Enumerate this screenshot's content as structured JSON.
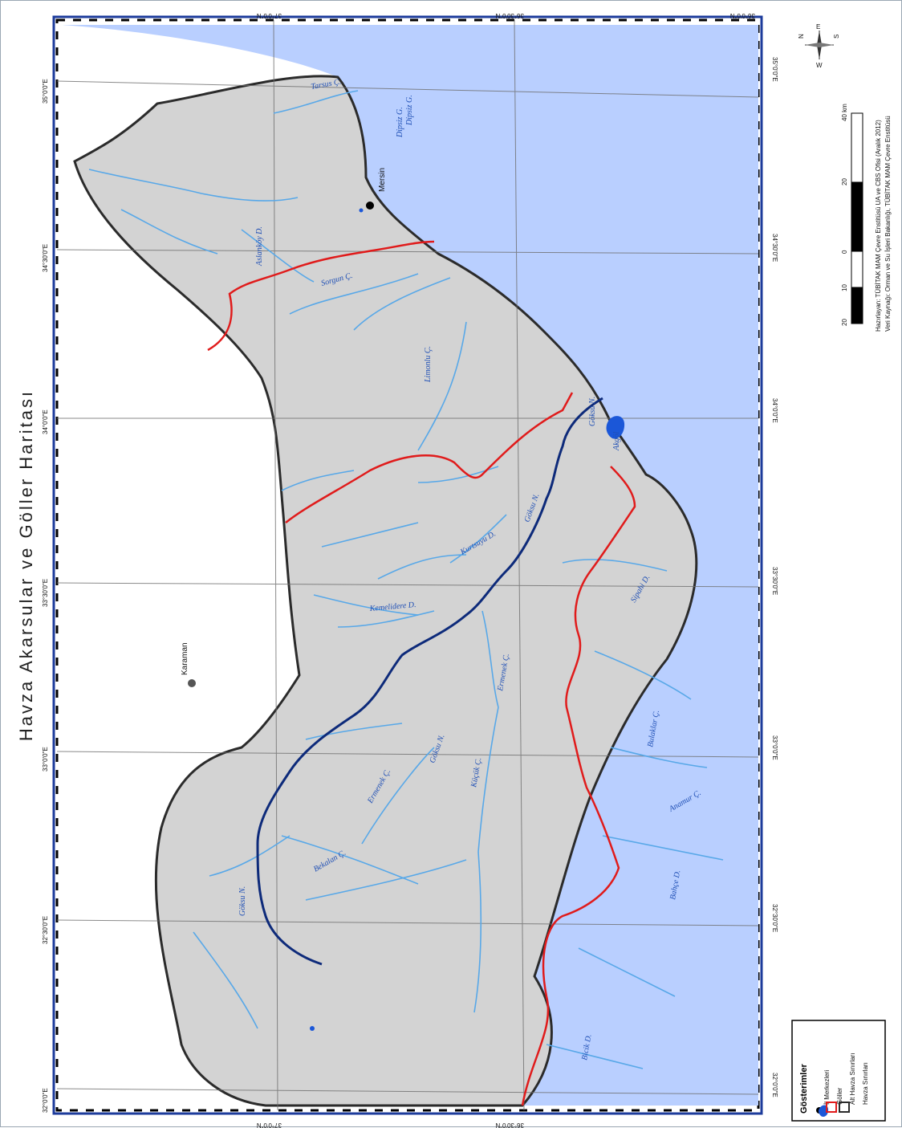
{
  "map": {
    "title": "Havza Akarsular ve Göller Haritası",
    "colors": {
      "sea": "#b9cfff",
      "land": "#d3d3d3",
      "river": "#58a8e8",
      "main_river": "#0d2a7a",
      "sub_basin": "#e01b1b",
      "basin": "#2b2b2b",
      "grid": "#6d6d6d",
      "frame_blue": "#1c3b9b",
      "lake": "#1b57d8",
      "province_dot": "#000000"
    },
    "lat_labels": [
      "37°0'0\"N",
      "36°30'0\"N",
      "36°0'0\"N"
    ],
    "lon_labels": [
      "32°0'0\"E",
      "32°30'0\"E",
      "33°0'0\"E",
      "33°30'0\"E",
      "34°0'0\"E",
      "34°30'0\"E",
      "35°0'0\"E"
    ],
    "places": {
      "mersin": "Mersin",
      "karaman": "Karaman"
    },
    "river_labels": {
      "tarsus": "Tarsus Ç.",
      "dipsiz_1": "Dipsiz G.",
      "dipsiz_2": "Dipsiz G.",
      "aslankoy": "Aslanköy D.",
      "sorgun": "Sorgun Ç.",
      "limonlu": "Limonlu Ç.",
      "goksu_n_1": "Göksu N.",
      "goksu_n_2": "Göksu N.",
      "goksu_n_3": "Göksu N.",
      "goksu_n_4": "Göksu N.",
      "kurtsuyu": "Kurtsuyu D.",
      "kemelidere": "Kemelidere D.",
      "ermenek_1": "Ermenek Ç.",
      "ermenek_2": "Ermenek Ç.",
      "kucuk": "Küçük Ç.",
      "bekalan": "Bekalan Ç.",
      "sipahi": "Sipahi D.",
      "akgol": "Akgöl",
      "bulaklar": "Bulaklar Ç.",
      "anamur": "Anamur Ç.",
      "bahce": "Bahçe D.",
      "bicik": "Bicik D."
    },
    "north_arrow": {
      "n": "N",
      "e": "E",
      "s": "S",
      "w": "W"
    },
    "scale_bar": {
      "ticks": [
        "20",
        "10",
        "0",
        "20",
        "40 km"
      ],
      "credit_1": "Hazırlayan: TÜBİTAK MAM Çevre Enstitüsü UA ve CBS Ofisi (Aralık 2012)",
      "credit_2": "Veri Kaynağı: Orman ve Su İşleri Bakanlığı, TÜBİTAK MAM Çevre Enstitüsü"
    },
    "legend": {
      "title": "Gösterimler",
      "items": [
        "İl Merkezleri",
        "Göller",
        "Alt Havza Sınırları",
        "Havza Sınırları"
      ]
    }
  }
}
